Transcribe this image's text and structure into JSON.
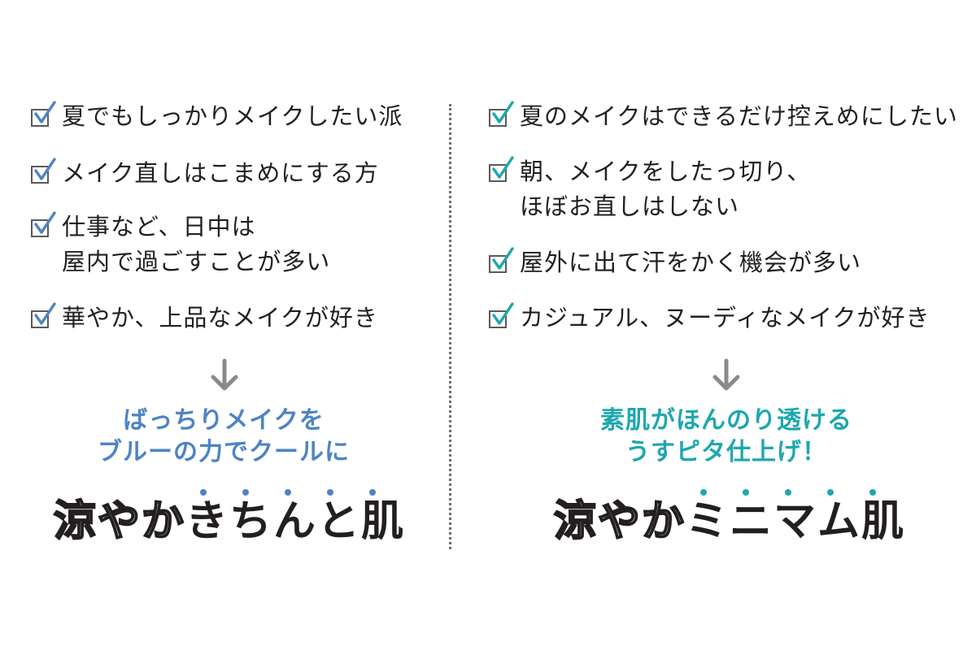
{
  "left": {
    "items": [
      {
        "text": "夏でもしっかりメイクしたい派"
      },
      {
        "text": "メイク直しはこまめにする方"
      },
      {
        "text": "仕事など、日中は\n屋内で過ごすことが多い"
      },
      {
        "text": "華やか、上品なメイクが好き"
      }
    ],
    "subtitle": "ばっちりメイクを\nブルーの力でクールに",
    "headline_outline": "涼やか",
    "headline_solid": "きちんと肌",
    "accent_color": "#4d84c4"
  },
  "right": {
    "items": [
      {
        "text": "夏のメイクはできるだけ控えめにしたい"
      },
      {
        "text": "朝、メイクをしたっ切り、\nほぼお直しはしない"
      },
      {
        "text": "屋外に出て汗をかく機会が多い"
      },
      {
        "text": "カジュアル、ヌーディなメイクが好き"
      }
    ],
    "subtitle": "素肌がほんのり透ける\nうすピタ仕上げ！",
    "headline_outline": "涼やか",
    "headline_solid": "ミニマム肌",
    "accent_color": "#1fa7ae"
  },
  "icons": {
    "checkbox": "checked-box-icon",
    "arrow": "arrow-down-icon"
  }
}
